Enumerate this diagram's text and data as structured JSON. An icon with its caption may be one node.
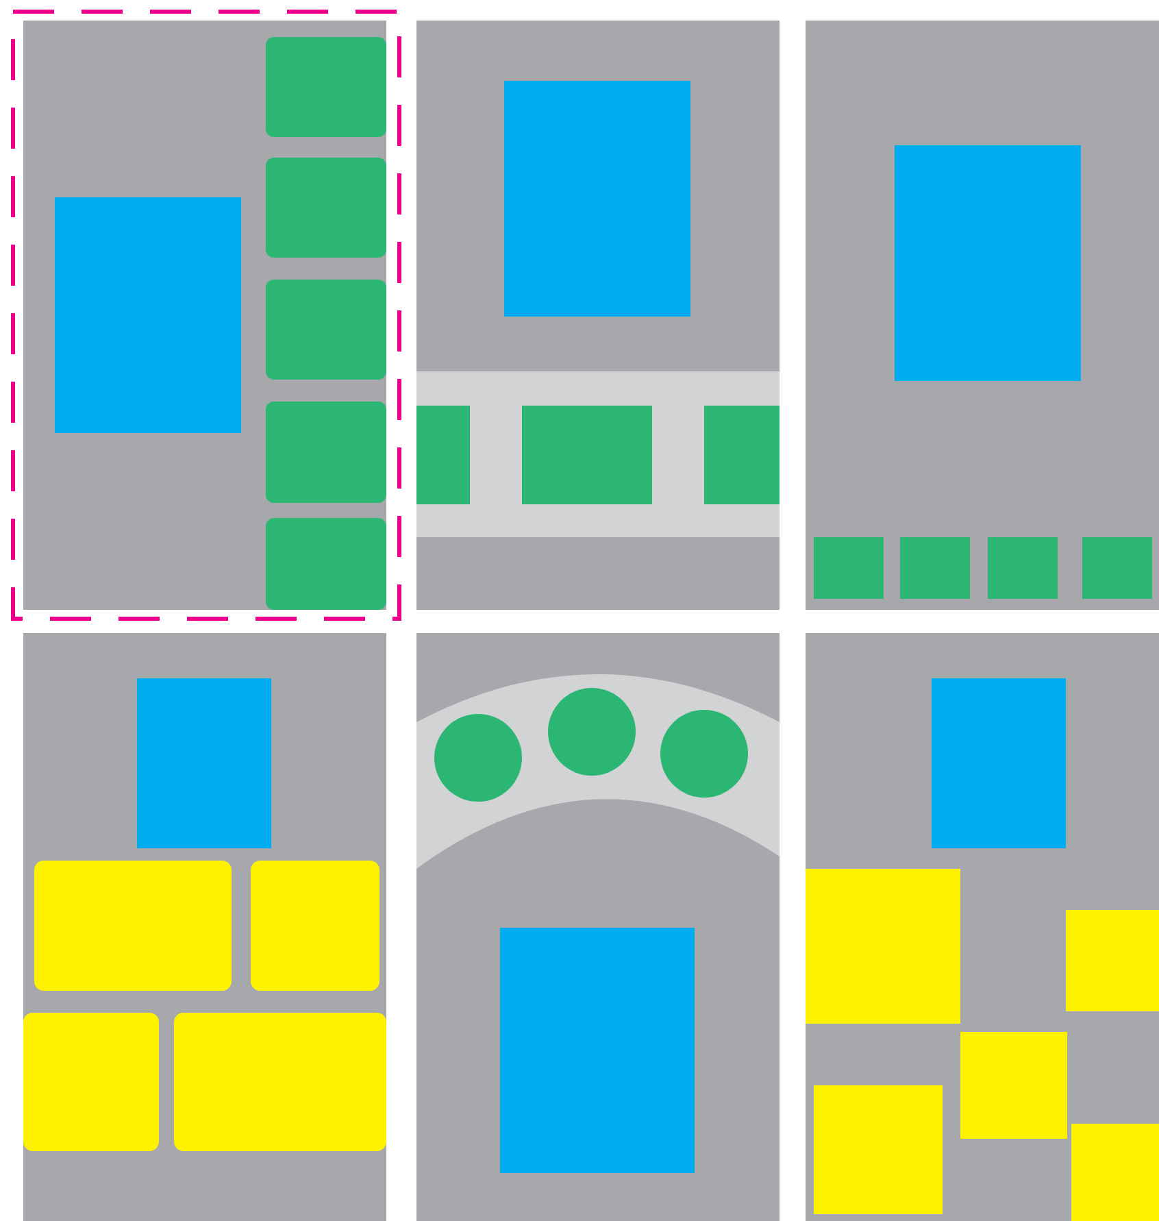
{
  "diagram": {
    "nodes": [
      {
        "text": [],
        "shape": "box"
      },
      {
        "text": [],
        "shape": "box",
        "in": 0
      },
      {
        "text": [],
        "shape": "box",
        "in": 1
      },
      {
        "text": [],
        "shape": "box",
        "in": 1
      },
      {
        "text": [],
        "shape": "box",
        "in": 1
      },
      {
        "text": [],
        "shape": "box",
        "in": 1
      },
      {
        "text": [],
        "shape": "box",
        "in": 1
      },
      {
        "text": [],
        "shape": "box",
        "in": 1
      },
      {
        "text": [],
        "shape": "box"
      },
      {
        "text": [],
        "shape": "box",
        "in": 8
      },
      {
        "text": [],
        "shape": "band",
        "in": 8
      },
      {
        "text": [],
        "shape": "box",
        "in": 10
      },
      {
        "text": [],
        "shape": "box",
        "in": 10
      },
      {
        "text": [],
        "shape": "box",
        "in": 10
      },
      {
        "text": [],
        "shape": "box"
      },
      {
        "text": [],
        "shape": "box",
        "in": 14
      },
      {
        "text": [],
        "shape": "box",
        "in": 14
      },
      {
        "text": [],
        "shape": "box",
        "in": 14
      },
      {
        "text": [],
        "shape": "box",
        "in": 14
      },
      {
        "text": [],
        "shape": "box",
        "in": 14
      },
      {
        "text": [],
        "shape": "box"
      },
      {
        "text": [],
        "shape": "box",
        "in": 20
      },
      {
        "text": [],
        "shape": "box",
        "in": 20
      },
      {
        "text": [],
        "shape": "box",
        "in": 20
      },
      {
        "text": [],
        "shape": "box",
        "in": 20
      },
      {
        "text": [],
        "shape": "box",
        "in": 20
      },
      {
        "text": [],
        "shape": "box"
      },
      {
        "text": [],
        "shape": "band",
        "in": 26
      },
      {
        "text": [],
        "shape": "circle",
        "in": 27
      },
      {
        "text": [],
        "shape": "circle",
        "in": 27
      },
      {
        "text": [],
        "shape": "circle",
        "in": 27
      },
      {
        "text": [],
        "shape": "box",
        "in": 26
      },
      {
        "text": [],
        "shape": "box"
      },
      {
        "text": [],
        "shape": "box",
        "in": 32
      },
      {
        "text": [],
        "shape": "box",
        "in": 32
      },
      {
        "text": [],
        "shape": "box",
        "in": 32
      },
      {
        "text": [],
        "shape": "box",
        "in": 32
      },
      {
        "text": [],
        "shape": "box",
        "in": 32
      },
      {
        "text": [],
        "shape": "box",
        "in": 32
      }
    ]
  }
}
